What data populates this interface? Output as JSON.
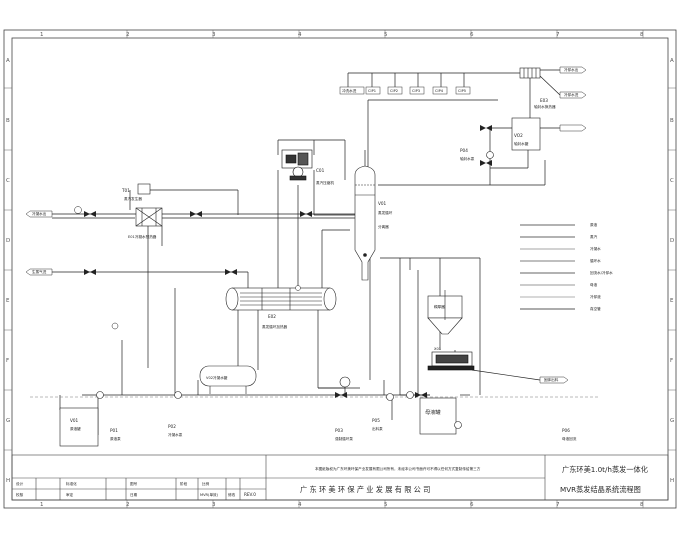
{
  "frame": {
    "col_labels": [
      "1",
      "2",
      "3",
      "4",
      "5",
      "6",
      "7",
      "8"
    ],
    "row_labels": [
      "A",
      "B",
      "C",
      "D",
      "E",
      "F",
      "G",
      "H"
    ]
  },
  "equipment": {
    "cooling_water_out": "冷却水出",
    "cooling_water_in": "冷却水进",
    "cip_group": [
      "冲洗水进",
      "CIP1",
      "CIP2",
      "CIP3",
      "CIP4",
      "CIP5"
    ],
    "e03_tag": "E03",
    "e03_name": "轴封水换热器",
    "vo2_tag": "VO2",
    "vo2_name": "轴封水罐",
    "p04_tag": "P04",
    "p04_name": "轴封水泵",
    "t01_tag": "T01",
    "t01_name": "蒸汽发生器",
    "c01_tag": "C01",
    "c01_name": "蒸汽压缩机",
    "v01_tag": "V01",
    "v01_name1": "蒸发循环",
    "v01_name2": "分离器",
    "e01_tag": "E01",
    "e01_name": "E01冷凝水预热器",
    "vacuum_in": "冷凝水出",
    "steam_in": "生蒸气进",
    "e02_tag": "E02",
    "e02_name": "蒸发循环加热器",
    "v02_label": "V02冷凝水罐",
    "feed_tank": "原液罐",
    "vo1_tag": "V01",
    "p01_tag": "P01",
    "p01_name": "原液泵",
    "p02_tag": "P02",
    "p02_name": "冷凝水泵",
    "p03_tag": "P03",
    "p03_name": "强制循环泵",
    "p05_tag": "P05",
    "p05_name": "出料泵",
    "p06_tag": "P06",
    "p06_name": "母液回流",
    "mother_tank": "母液罐",
    "centrifuge_tag": "X01",
    "solid_out": "固体出料",
    "thickener": "稠厚器"
  },
  "legend": {
    "items": [
      "原液",
      "蒸汽",
      "冷凝水",
      "循环水",
      "回流水/冷却水",
      "母液",
      "冷却液",
      "真空管"
    ]
  },
  "notice": "本图纸版权为广东环美环保产业发展有限公司所有，未经本公司书面许可不得以任何方式复制传给第三方",
  "title_block": {
    "company": "广 东 环 美 环 保 产 业 发 展 有 限 公 司",
    "drawing_title_1": "广东环美1.0t/h蒸发一体化",
    "drawing_title_2": "MVR蒸发结晶系统流程图",
    "row1": [
      "设计",
      "标准化",
      "",
      "图号",
      "",
      "阶段",
      "比例"
    ],
    "row2": [
      "校核",
      "审定",
      "",
      "日期",
      "",
      "修改",
      "REV.0"
    ],
    "row2_extra": "MVR(单效)",
    "rev": "REV.0"
  }
}
